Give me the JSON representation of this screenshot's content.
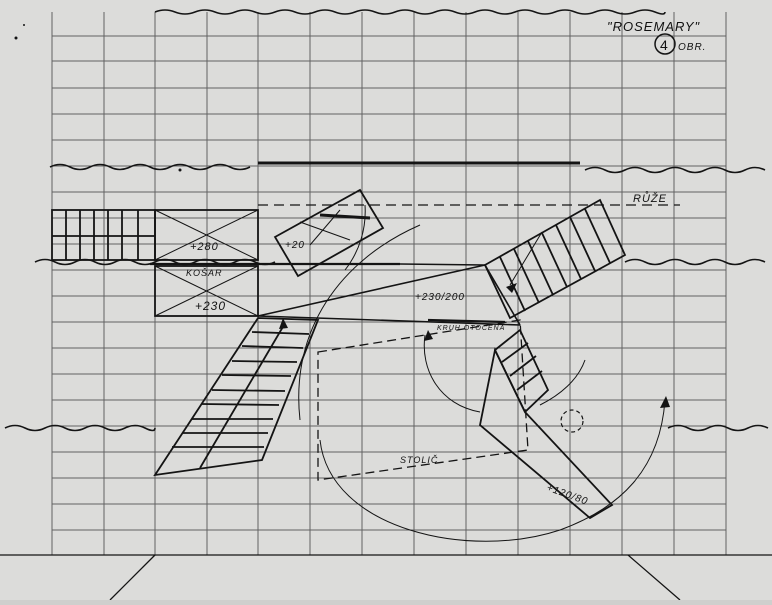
{
  "title": "\"ROSEMARY\"",
  "figure_number": "4",
  "figure_suffix": "OBR.",
  "labels": {
    "ruze": "RŮŽE",
    "kosar": "KOŠAR",
    "top_left_platform": "+280",
    "lower_left_platform": "+230",
    "small_tilted_platform": "+20",
    "center_span": "+230/200",
    "turntable": "KRUH OTOČENÁ",
    "stool": "STOLIČ",
    "right_bottom": "+120/80"
  },
  "colors": {
    "paper": "#dcdcda",
    "ink": "#141414",
    "grid": "#3a3a3a"
  }
}
